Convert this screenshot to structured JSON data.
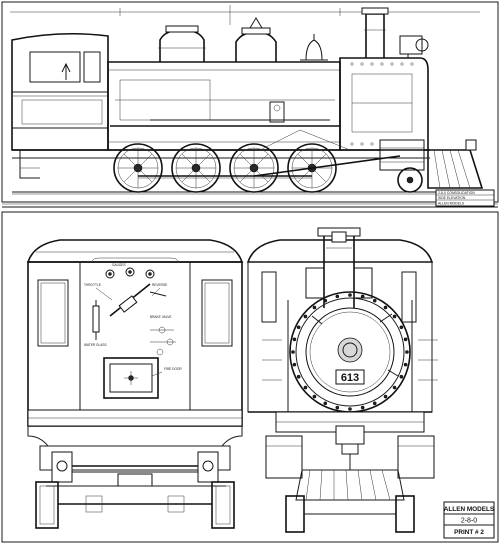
{
  "side_title_block": {
    "line1": "2-8-0 CONSOLIDATION",
    "line2": "SIDE ELEVATION",
    "line3": "ALLEN MODELS"
  },
  "front_title_block": {
    "company": "ALLEN MODELS",
    "model": "2-8-0",
    "print": "PRINT # 2"
  },
  "number_plate": "613",
  "cab_notes": [
    "THROTTLE",
    "REVERSE",
    "BRAKE VALVE",
    "WATER GLASS",
    "FIRE DOOR",
    "GAUGES"
  ],
  "colors": {
    "ink": "#111111",
    "paper": "#ffffff"
  }
}
